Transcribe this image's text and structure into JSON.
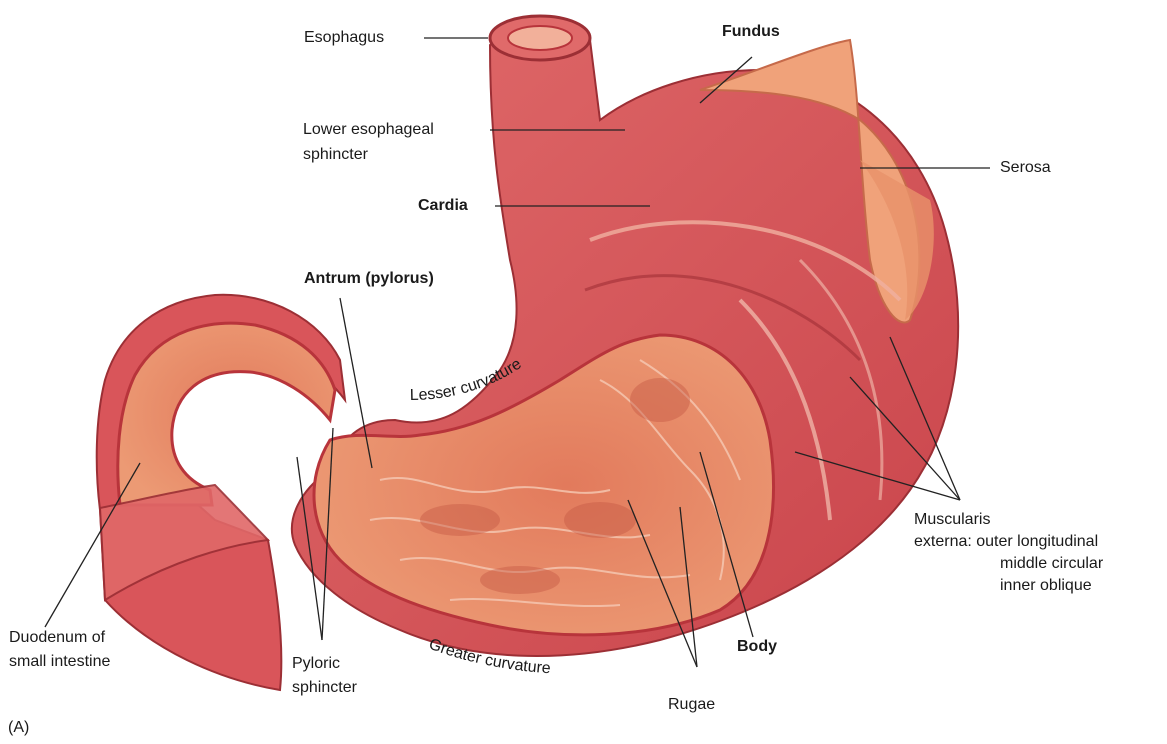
{
  "labels": {
    "esophagus": "Esophagus",
    "les_line1": "Lower esophageal",
    "les_line2": "sphincter",
    "fundus": "Fundus",
    "serosa": "Serosa",
    "cardia": "Cardia",
    "antrum": "Antrum (pylorus)",
    "lesser_curvature": "Lesser curvature",
    "greater_curvature": "Greater curvature",
    "muscularis_line1": "Muscularis",
    "muscularis_line2": "externa: outer longitudinal",
    "muscularis_line3": "middle circular",
    "muscularis_line4": "inner oblique",
    "duodenum_line1": "Duodenum of",
    "duodenum_line2": "small intestine",
    "pyloric_line1": "Pyloric",
    "pyloric_line2": "sphincter",
    "body": "Body",
    "rugae": "Rugae",
    "panel": "(A)"
  },
  "colors": {
    "muscle": "#d9555a",
    "muscle_dark": "#b8343b",
    "mucosa": "#e98c6a",
    "mucosa_dark": "#c65a45",
    "serosa": "#f0a27a",
    "leader": "#222222"
  }
}
